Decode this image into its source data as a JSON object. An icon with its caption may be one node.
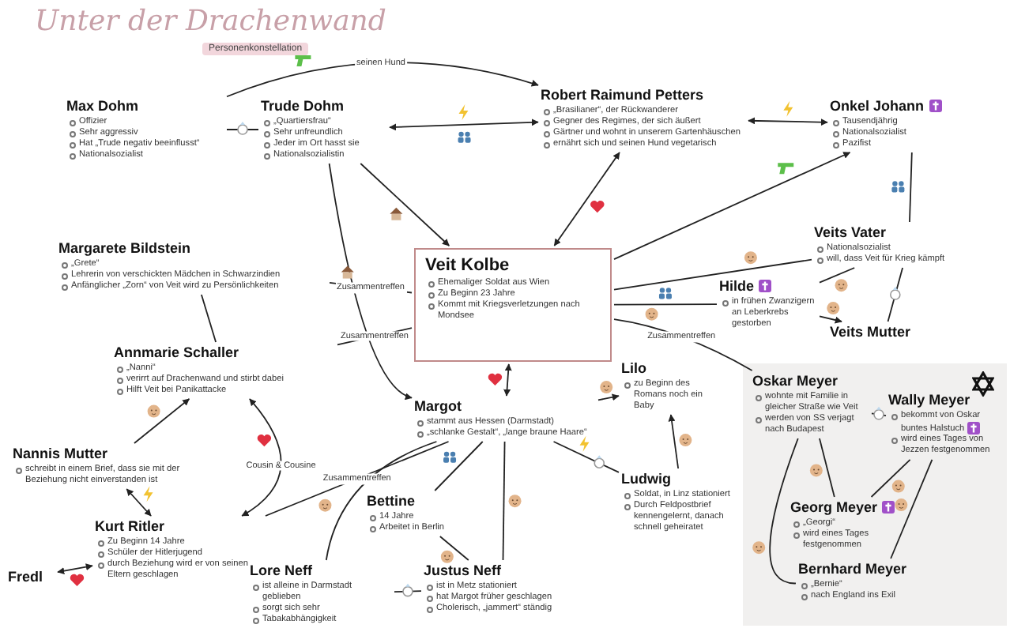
{
  "diagram": {
    "title": "Unter der Drachenwand",
    "nodes": [
      {
        "text": [
          "Max Dohm",
          "Offizier",
          "Sehr aggressiv",
          "Hat „Trude negativ beeinflusst“",
          "Nationalsozialist"
        ]
      },
      {
        "text": [
          "Trude Dohm",
          "„Quartiersfrau“",
          "Sehr unfreundlich",
          "Jeder im Ort hasst sie",
          "Nationalsozialistin"
        ]
      },
      {
        "text": [
          "Robert Raimund Petters",
          "„Brasilianer“, der Rückwanderer",
          "Gegner des Regimes, der sich äußert",
          "Gärtner und wohnt in unserem Gartenhäuschen",
          "ernährt sich und seinen Hund vegetarisch"
        ]
      },
      {
        "text": [
          "Onkel Johann",
          "Tausendjährig",
          "Nationalsozialist",
          "Pazifist"
        ]
      },
      {
        "text": [
          "Veits Vater",
          "Nationalsozialist",
          "will, dass Veit für Krieg kämpft"
        ]
      },
      {
        "text": [
          "Veit Kolbe",
          "Ehemaliger Soldat aus Wien",
          "Zu Beginn 23 Jahre",
          "Kommt mit Kriegsverletzungen nach Mondsee"
        ]
      },
      {
        "text": [
          "Margarete Bildstein",
          "„Grete“",
          "Lehrerin von verschickten Mädchen in Schwarzindien",
          "Anfänglicher „Zorn“ von Veit wird zu Persönlichkeiten"
        ]
      },
      {
        "text": [
          "Hilde",
          "in frühen Zwanzigern an Leberkrebs gestorben"
        ]
      },
      {
        "text": [
          "Veits Mutter"
        ]
      },
      {
        "text": [
          "Annmarie Schaller",
          "„Nanni“",
          "verirrt auf Drachenwand und stirbt dabei",
          "Hilft Veit bei Panikattacke"
        ]
      },
      {
        "text": [
          "Lilo",
          "zu Beginn des Romans noch ein Baby"
        ]
      },
      {
        "text": [],
        "shape": "box"
      },
      {
        "text": [
          "Oskar Meyer",
          "wohnte mit Familie in gleicher Straße wie Veit",
          "werden von SS verjagt nach Budapest"
        ],
        "in": 11
      },
      {
        "text": [
          "Wally Meyer",
          "bekommt von Oskar buntes Halstuch",
          "wird eines Tages von Jezzen festgenommen"
        ],
        "in": 11
      },
      {
        "text": [
          "Nannis Mutter",
          "schreibt in einem Brief, dass sie mit der Beziehung nicht einverstanden ist"
        ]
      },
      {
        "text": [
          "Margot",
          "stammt aus Hessen (Darmstadt)",
          "„schlanke Gestalt“, „lange braune Haare“"
        ]
      },
      {
        "text": [
          "Ludwig",
          "Soldat, in Linz stationiert",
          "Durch Feldpostbrief kennengelernt, danach schnell geheiratet"
        ]
      },
      {
        "text": [
          "Georg Meyer",
          "„Georgi“",
          "wird eines Tages festgenommen"
        ],
        "in": 11
      },
      {
        "text": [
          "Kurt Ritler",
          "Zu Beginn 14 Jahre",
          "Schüler der Hitlerjugend",
          "durch Beziehung wird er von seinen Eltern geschlagen"
        ]
      },
      {
        "text": [
          "Bettine",
          "14 Jahre",
          "Arbeitet in Berlin"
        ]
      },
      {
        "text": [
          "Bernhard Meyer",
          "„Bernie“",
          "nach England ins Exil"
        ],
        "in": 11
      },
      {
        "text": [
          "Fredl"
        ]
      },
      {
        "text": [
          "Lore Neff",
          "ist alleine in Darmstadt geblieben",
          "sorgt sich sehr",
          "Tabakabhängigkeit"
        ]
      },
      {
        "text": [
          "Justus Neff",
          "ist in Metz stationiert",
          "hat Margot früher geschlagen",
          "Cholerisch, „jammert“ ständig"
        ]
      }
    ],
    "edges": [
      {
        "from": 0,
        "to": 1,
        "arrow": "none"
      },
      {
        "from": 0,
        "to": 2,
        "arrow": "to",
        "label": "seinen Hund"
      },
      {
        "from": 1,
        "to": 2,
        "arrow": "both"
      },
      {
        "from": 2,
        "to": 3,
        "arrow": "both"
      },
      {
        "from": 1,
        "to": 5,
        "arrow": "to"
      },
      {
        "from": 5,
        "to": 2,
        "arrow": "both"
      },
      {
        "from": 5,
        "to": 3,
        "arrow": "to"
      },
      {
        "from": 3,
        "to": 4,
        "arrow": "none"
      },
      {
        "from": 5,
        "to": 4,
        "arrow": "none"
      },
      {
        "from": 7,
        "to": 4,
        "arrow": "none"
      },
      {
        "from": 5,
        "to": 7,
        "arrow": "none"
      },
      {
        "from": 7,
        "to": 8,
        "arrow": "to"
      },
      {
        "from": 4,
        "to": 8,
        "arrow": "none"
      },
      {
        "from": 6,
        "to": 5,
        "arrow": "none",
        "label": "Zusammentreffen"
      },
      {
        "from": 6,
        "to": 9,
        "arrow": "none"
      },
      {
        "from": 9,
        "to": 5,
        "arrow": "none",
        "label": "Zusammentreffen"
      },
      {
        "from": 1,
        "to": 15,
        "arrow": "to"
      },
      {
        "from": 5,
        "to": 15,
        "arrow": "both"
      },
      {
        "from": 15,
        "to": 10,
        "arrow": "to"
      },
      {
        "from": 16,
        "to": 10,
        "arrow": "to"
      },
      {
        "from": 15,
        "to": 16,
        "arrow": "none"
      },
      {
        "from": 5,
        "to": 12,
        "arrow": "none",
        "label": "Zusammentreffen"
      },
      {
        "from": 12,
        "to": 13,
        "arrow": "none"
      },
      {
        "from": 12,
        "to": 20,
        "arrow": "none"
      },
      {
        "from": 12,
        "to": 17,
        "arrow": "none"
      },
      {
        "from": 13,
        "to": 17,
        "arrow": "none"
      },
      {
        "from": 13,
        "to": 20,
        "arrow": "none"
      },
      {
        "from": 14,
        "to": 9,
        "arrow": "to"
      },
      {
        "from": 9,
        "to": 18,
        "arrow": "both",
        "label": "Cousin & Cousine"
      },
      {
        "from": 14,
        "to": 18,
        "arrow": "both"
      },
      {
        "from": 18,
        "to": 21,
        "arrow": "both"
      },
      {
        "from": 18,
        "to": 15,
        "arrow": "none",
        "label": "Zusammentreffen"
      },
      {
        "from": 22,
        "to": 15,
        "arrow": "none"
      },
      {
        "from": 19,
        "to": 15,
        "arrow": "none"
      },
      {
        "from": 22,
        "to": 23,
        "arrow": "none"
      },
      {
        "from": 19,
        "to": 23,
        "arrow": "none"
      },
      {
        "from": 23,
        "to": 15,
        "arrow": "none"
      }
    ],
    "labels": [
      "Personenkonstellation"
    ]
  }
}
